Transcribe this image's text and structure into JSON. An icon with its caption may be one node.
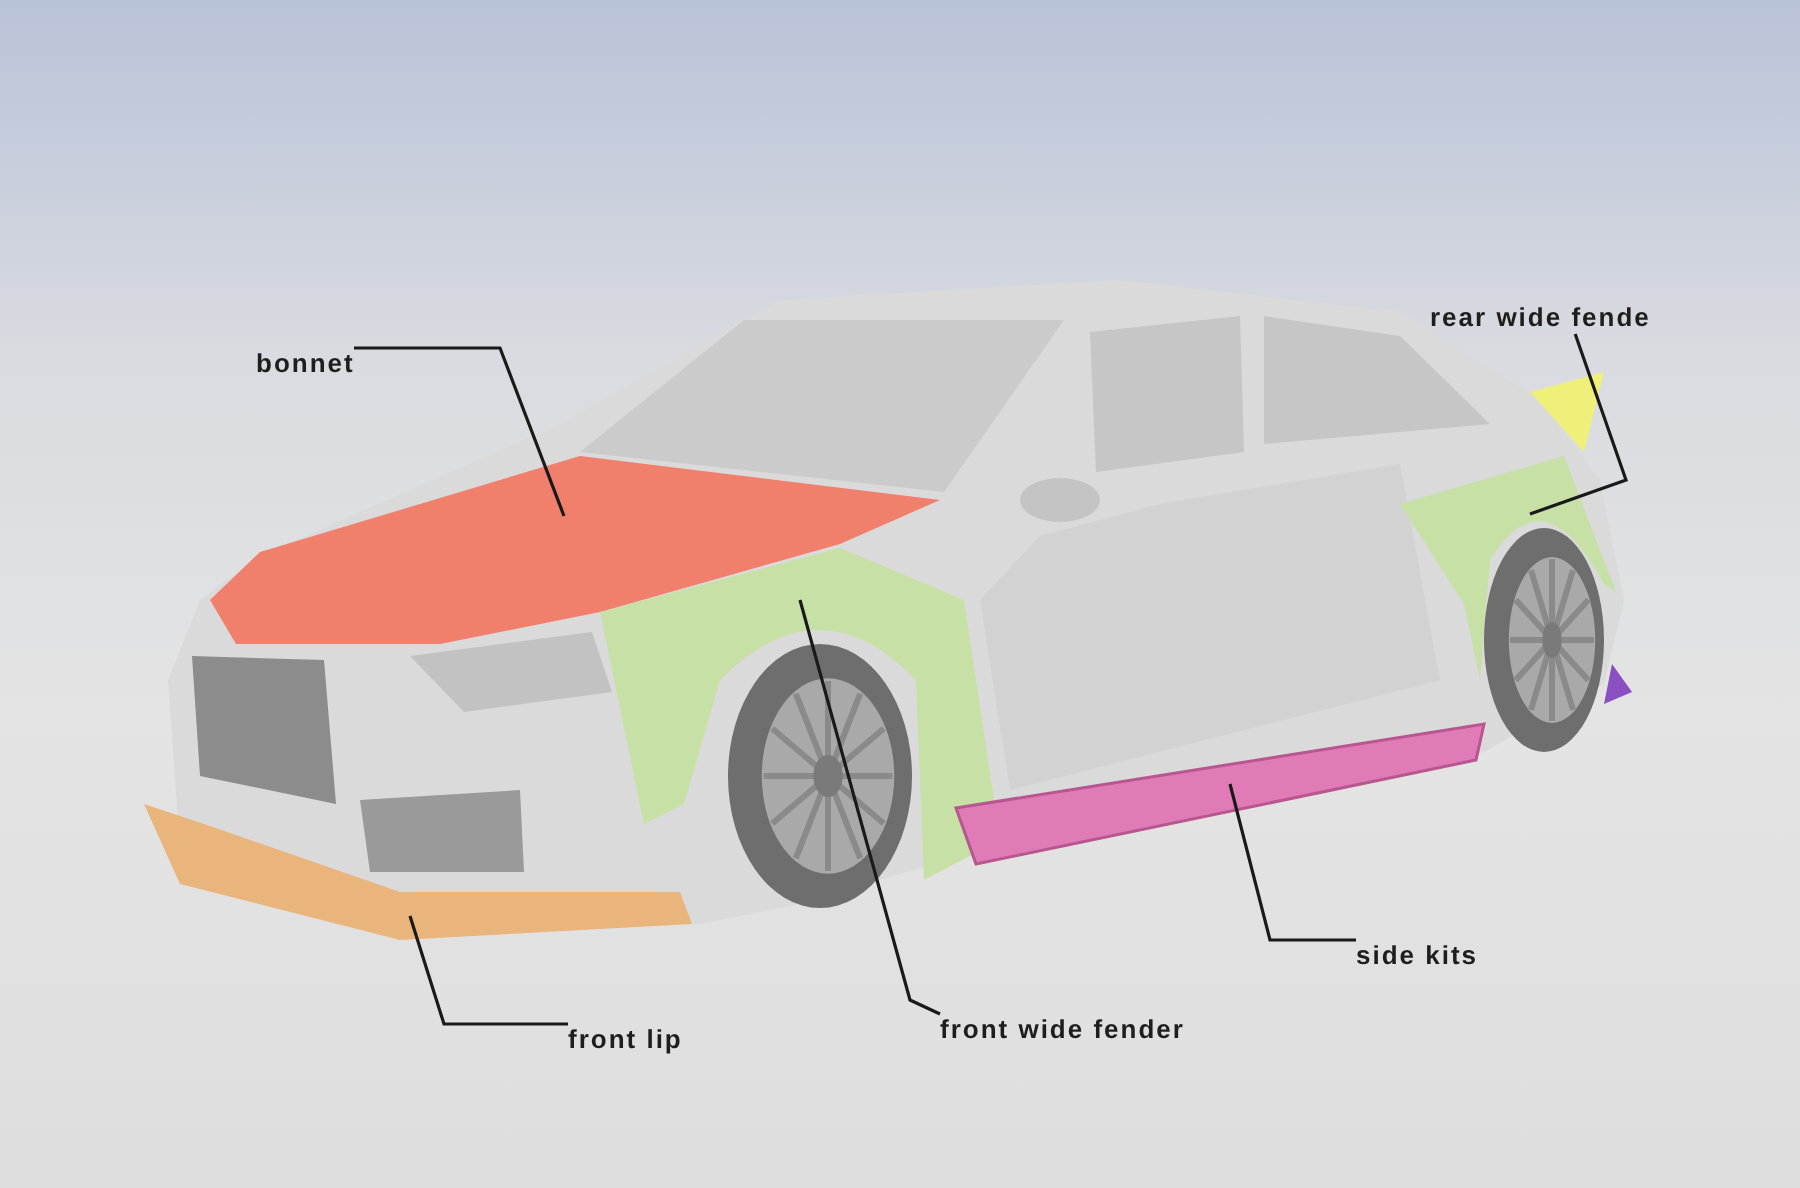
{
  "diagram": {
    "nodes": [
      {
        "text": [
          "bonnet"
        ]
      },
      {
        "text": [],
        "shape": "picture"
      },
      {
        "text": [
          "rear wide fende"
        ]
      },
      {
        "text": [],
        "shape": "picture"
      },
      {
        "text": [
          "side kits"
        ]
      },
      {
        "text": [],
        "shape": "bar"
      },
      {
        "text": [
          "front wide fender"
        ]
      },
      {
        "text": [],
        "shape": "picture"
      },
      {
        "text": [
          "front lip"
        ]
      },
      {
        "text": [],
        "shape": "picture"
      }
    ],
    "edges": [
      {
        "from": 0,
        "to": 1,
        "arrow": "none"
      },
      {
        "from": 2,
        "to": 3,
        "arrow": "none"
      },
      {
        "from": 4,
        "to": 5,
        "arrow": "none"
      },
      {
        "from": 6,
        "to": 7,
        "arrow": "none"
      },
      {
        "from": 8,
        "to": 9,
        "arrow": "none"
      }
    ]
  }
}
